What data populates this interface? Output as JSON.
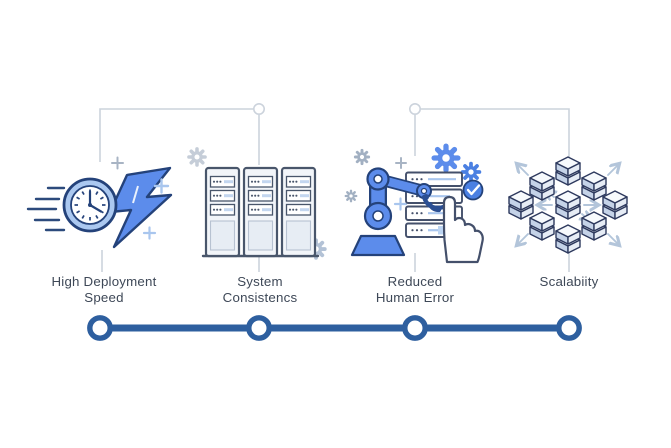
{
  "figure": {
    "type": "benefits-timeline-infographic",
    "background_color": "#ffffff"
  },
  "steps": [
    {
      "icon": "clock-lightning-speed-icon",
      "label_line1": "High Deployment",
      "label_line2": "Speed"
    },
    {
      "icon": "server-racks-icon",
      "label_line1": "System",
      "label_line2": "Consistencs"
    },
    {
      "icon": "robot-arm-checklist-icon",
      "label_line1": "Reduced",
      "label_line2": "Human Error"
    },
    {
      "icon": "distributed-cubes-icon",
      "label_line1": "Scalabiity",
      "label_line2": ""
    }
  ],
  "timeline": {
    "node_count": 4,
    "bar_color": "#2e5f9f",
    "node_fill": "#ffffff"
  },
  "connectors": {
    "line_color": "#ccd3dc",
    "circle_fill": "#ffffff"
  },
  "palette": {
    "primary_blue": "#5c8ceb",
    "navy_outline": "#24427a",
    "light_blue": "#abc8f0",
    "pale_blue_accent": "#c3d6ef",
    "slate_outline": "#49566b",
    "cube_outline": "#2e3a5e",
    "arrow_gray_blue": "#b3c5da",
    "label_text": "#3e4857"
  }
}
